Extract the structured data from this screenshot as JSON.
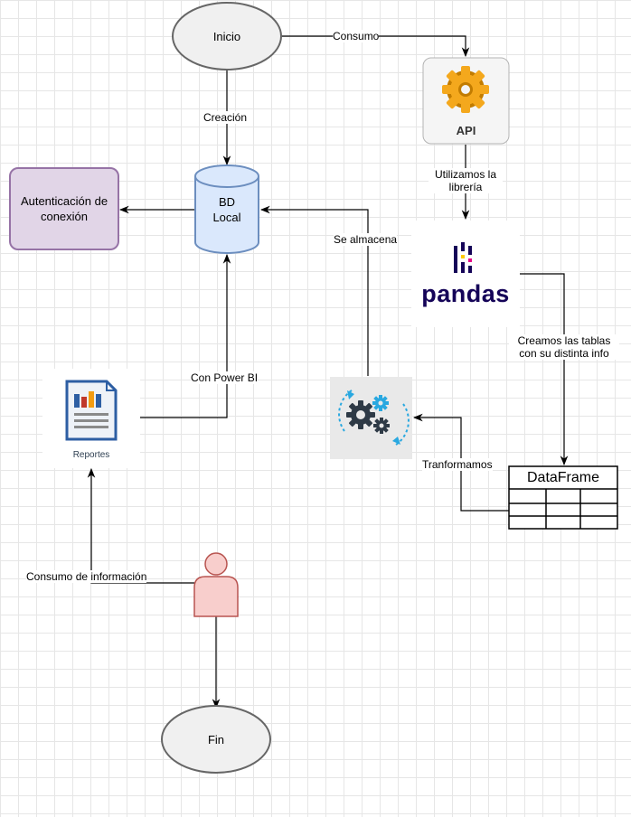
{
  "nodes": {
    "inicio": "Inicio",
    "fin": "Fin",
    "api": "API",
    "bd_line1": "BD",
    "bd_line2": "Local",
    "auth": "Autenticación de conexión",
    "pandas": "pandas",
    "reportes": "Reportes",
    "dataframe": "DataFrame"
  },
  "edges": {
    "consumo": "Consumo",
    "creacion": "Creación",
    "utilizamos": "Utilizamos la librería",
    "se_almacena": "Se almacena",
    "creamos": "Creamos las  tablas con su distinta info",
    "con_power_bi": "Con Power BI",
    "tranformamos": "Tranformamos",
    "consumo_info": "Consumo de información"
  },
  "icons": [
    "gear-icon",
    "pandas-logo",
    "report-icon",
    "gears-process-icon",
    "user-icon",
    "database-icon"
  ],
  "colors": {
    "terminal_fill": "#f0f0f0",
    "db_fill": "#dae8fc",
    "db_stroke": "#6c8ebf",
    "auth_fill": "#e1d5e7",
    "auth_stroke": "#9673a6",
    "user_fill": "#f8cecc",
    "user_stroke": "#b85450",
    "pandas_navy": "#150458",
    "pandas_yellow": "#ffca00",
    "pandas_pink": "#e70488"
  }
}
